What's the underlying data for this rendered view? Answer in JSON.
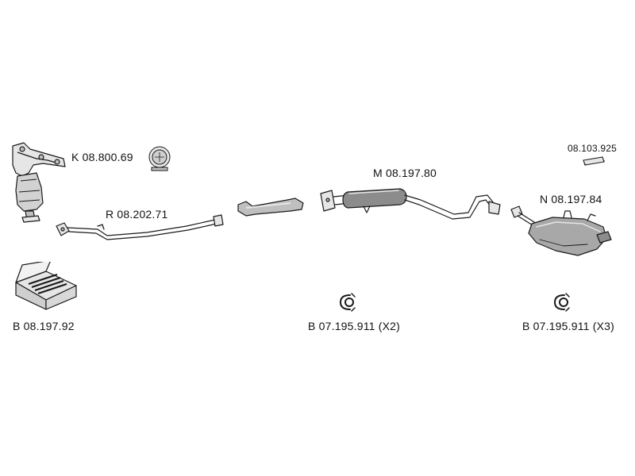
{
  "parts": {
    "catalytic_manifold": {
      "code": "K 08.800.69"
    },
    "front_pipe": {
      "code": "R 08.202.71"
    },
    "middle_silencer": {
      "code": "M 08.197.80"
    },
    "rear_silencer": {
      "code": "N 08.197.84"
    },
    "heat_shield": {
      "code": "08.103.925"
    },
    "mounting_kit": {
      "code": "B 08.197.92"
    },
    "clamp_middle": {
      "code": "B 07.195.911 (X2)"
    },
    "clamp_rear": {
      "code": "B 07.195.911 (X3)"
    }
  },
  "colors": {
    "line": "#1a1a1a",
    "fill_light": "#e6e6e6",
    "fill_mid": "#bfbfbf",
    "fill_dark": "#8c8c8c"
  }
}
